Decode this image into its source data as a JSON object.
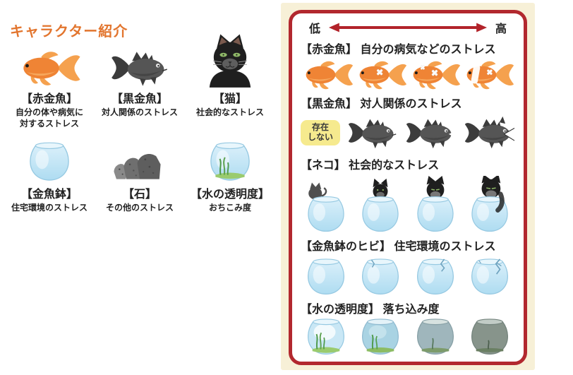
{
  "colors": {
    "title_orange": "#E2752E",
    "panel_cream": "#F7F0D7",
    "panel_border_red": "#B2282E",
    "arrow_red": "#B2232A",
    "badge_yellow": "#F6EA8E",
    "bowl_blue": "#AEDCF1",
    "goldfish_orange": "#EF8435",
    "black_fish_gray": "#555555"
  },
  "left_panel": {
    "title": "キャラクター紹介",
    "characters": [
      {
        "icon": "goldfish-icon",
        "name": "【赤金魚】",
        "desc": "自分の体や病気に\n対するストレス"
      },
      {
        "icon": "black-fish-icon",
        "name": "【黒金魚】",
        "desc": "対人関係のストレス"
      },
      {
        "icon": "cat-icon",
        "name": "【猫】",
        "desc": "社会的なストレス"
      },
      {
        "icon": "fishbowl-icon",
        "name": "【金魚鉢】",
        "desc": "住宅環境のストレス"
      },
      {
        "icon": "stones-icon",
        "name": "【石】",
        "desc": "その他のストレス"
      },
      {
        "icon": "clear-fishbowl-icon",
        "name": "【水の透明度】",
        "desc": "おちこみ度"
      }
    ]
  },
  "right_panel": {
    "scale": {
      "low_label": "低",
      "high_label": "高"
    },
    "rows": [
      {
        "heading": "【赤金魚】 自分の病気などのストレス",
        "icon": "goldfish-icon",
        "levels": 4
      },
      {
        "heading": "【黒金魚】 対人関係のストレス",
        "icon": "black-fish-icon",
        "levels": 3,
        "badge_line1": "存在",
        "badge_line2": "しない"
      },
      {
        "heading": "【ネコ】 社会的なストレス",
        "icon": "cat-in-fishbowl-icon",
        "levels": 4
      },
      {
        "heading": "【金魚鉢のヒビ】 住宅環境のストレス",
        "icon": "cracked-fishbowl-icon",
        "levels": 4
      },
      {
        "heading": "【水の透明度】 落ち込み度",
        "icon": "murky-fishbowl-icon",
        "levels": 4
      }
    ]
  }
}
